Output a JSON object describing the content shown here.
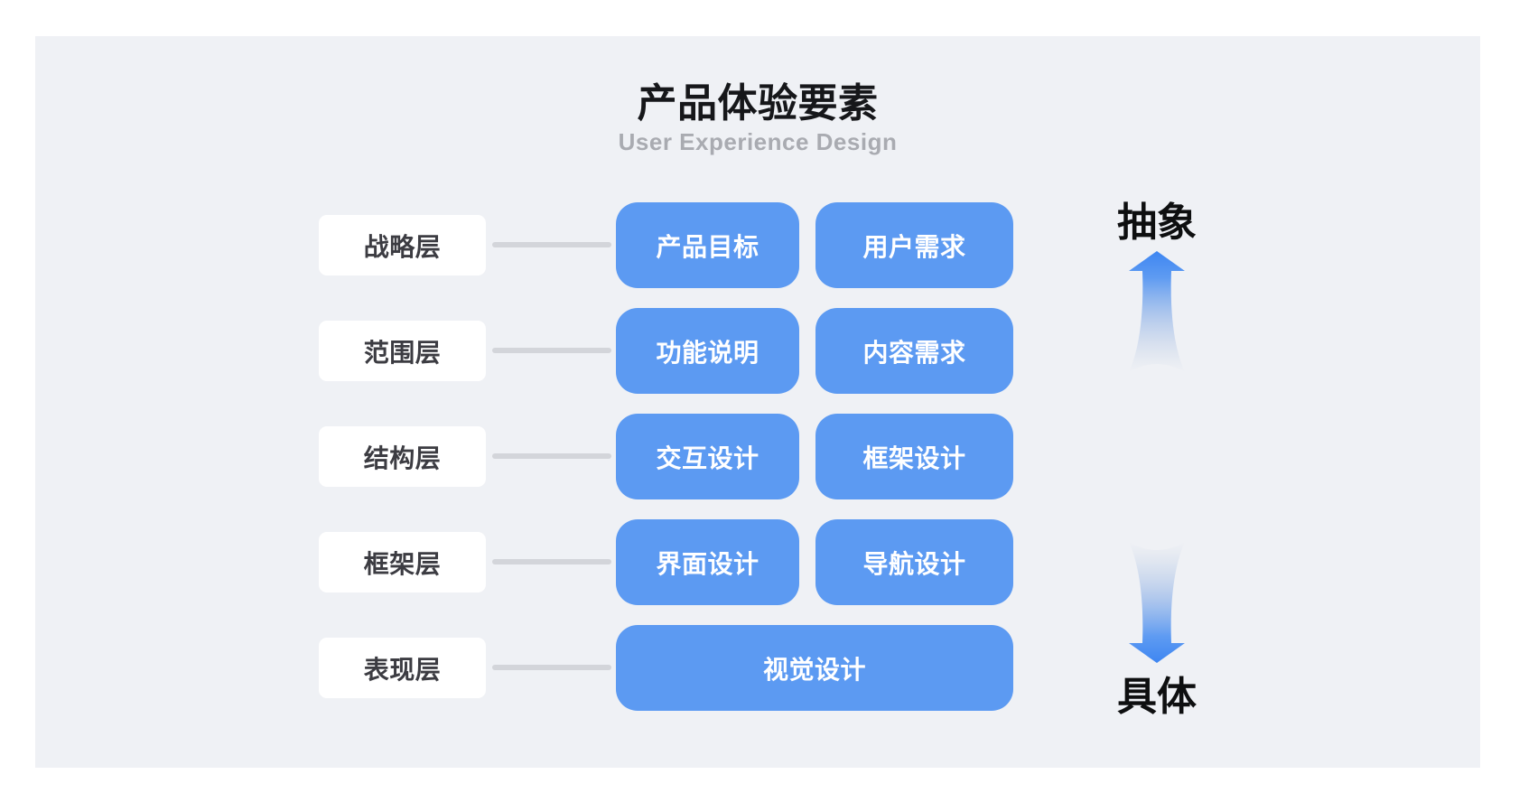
{
  "header": {
    "title": "产品体验要素",
    "subtitle": "User Experience Design"
  },
  "rows": [
    {
      "label": "战略层",
      "boxes": [
        "产品目标",
        "用户需求"
      ]
    },
    {
      "label": "范围层",
      "boxes": [
        "功能说明",
        "内容需求"
      ]
    },
    {
      "label": "结构层",
      "boxes": [
        "交互设计",
        "框架设计"
      ]
    },
    {
      "label": "框架层",
      "boxes": [
        "界面设计",
        "导航设计"
      ]
    },
    {
      "label": "表现层",
      "boxes": [
        "视觉设计"
      ]
    }
  ],
  "axis": {
    "top_label": "抽象",
    "bottom_label": "具体"
  },
  "colors": {
    "panel_background": "#EFF1F5",
    "box_blue": "#5C9AF2",
    "connector_gray": "#D3D5DA",
    "label_text": "#3C3C42",
    "subtitle_gray": "#A9ABB1",
    "arrow_blue": "#3E86F2"
  }
}
